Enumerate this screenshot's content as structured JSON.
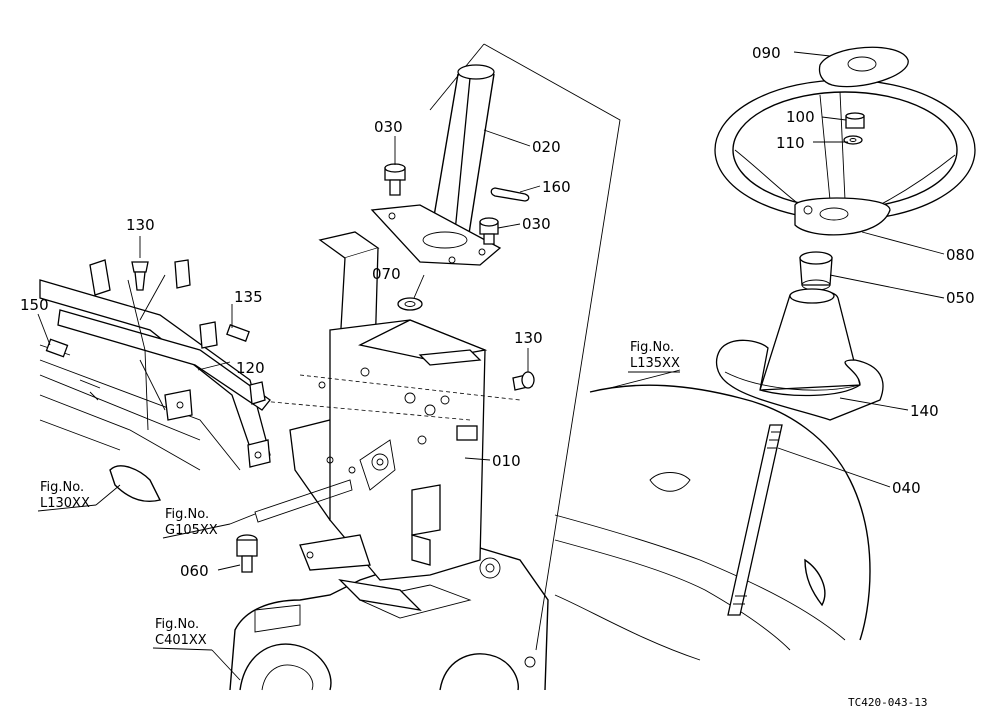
{
  "diagram": {
    "drawing_code": "TC420-043-13",
    "parts": [
      {
        "id": "p010",
        "label": "010"
      },
      {
        "id": "p020",
        "label": "020"
      },
      {
        "id": "p030a",
        "label": "030"
      },
      {
        "id": "p030b",
        "label": "030"
      },
      {
        "id": "p040",
        "label": "040"
      },
      {
        "id": "p050",
        "label": "050"
      },
      {
        "id": "p060",
        "label": "060"
      },
      {
        "id": "p070",
        "label": "070"
      },
      {
        "id": "p080",
        "label": "080"
      },
      {
        "id": "p090",
        "label": "090"
      },
      {
        "id": "p100",
        "label": "100"
      },
      {
        "id": "p110",
        "label": "110"
      },
      {
        "id": "p120",
        "label": "120"
      },
      {
        "id": "p130a",
        "label": "130"
      },
      {
        "id": "p130b",
        "label": "130"
      },
      {
        "id": "p135",
        "label": "135"
      },
      {
        "id": "p140",
        "label": "140"
      },
      {
        "id": "p150",
        "label": "150"
      },
      {
        "id": "p160",
        "label": "160"
      }
    ],
    "figure_refs": [
      {
        "id": "fL135",
        "prefix": "Fig.No.",
        "code": "L135XX"
      },
      {
        "id": "fL130",
        "prefix": "Fig.No.",
        "code": "L130XX"
      },
      {
        "id": "fG105",
        "prefix": "Fig.No.",
        "code": "G105XX"
      },
      {
        "id": "fC401",
        "prefix": "Fig.No.",
        "code": "C401XX"
      }
    ]
  }
}
